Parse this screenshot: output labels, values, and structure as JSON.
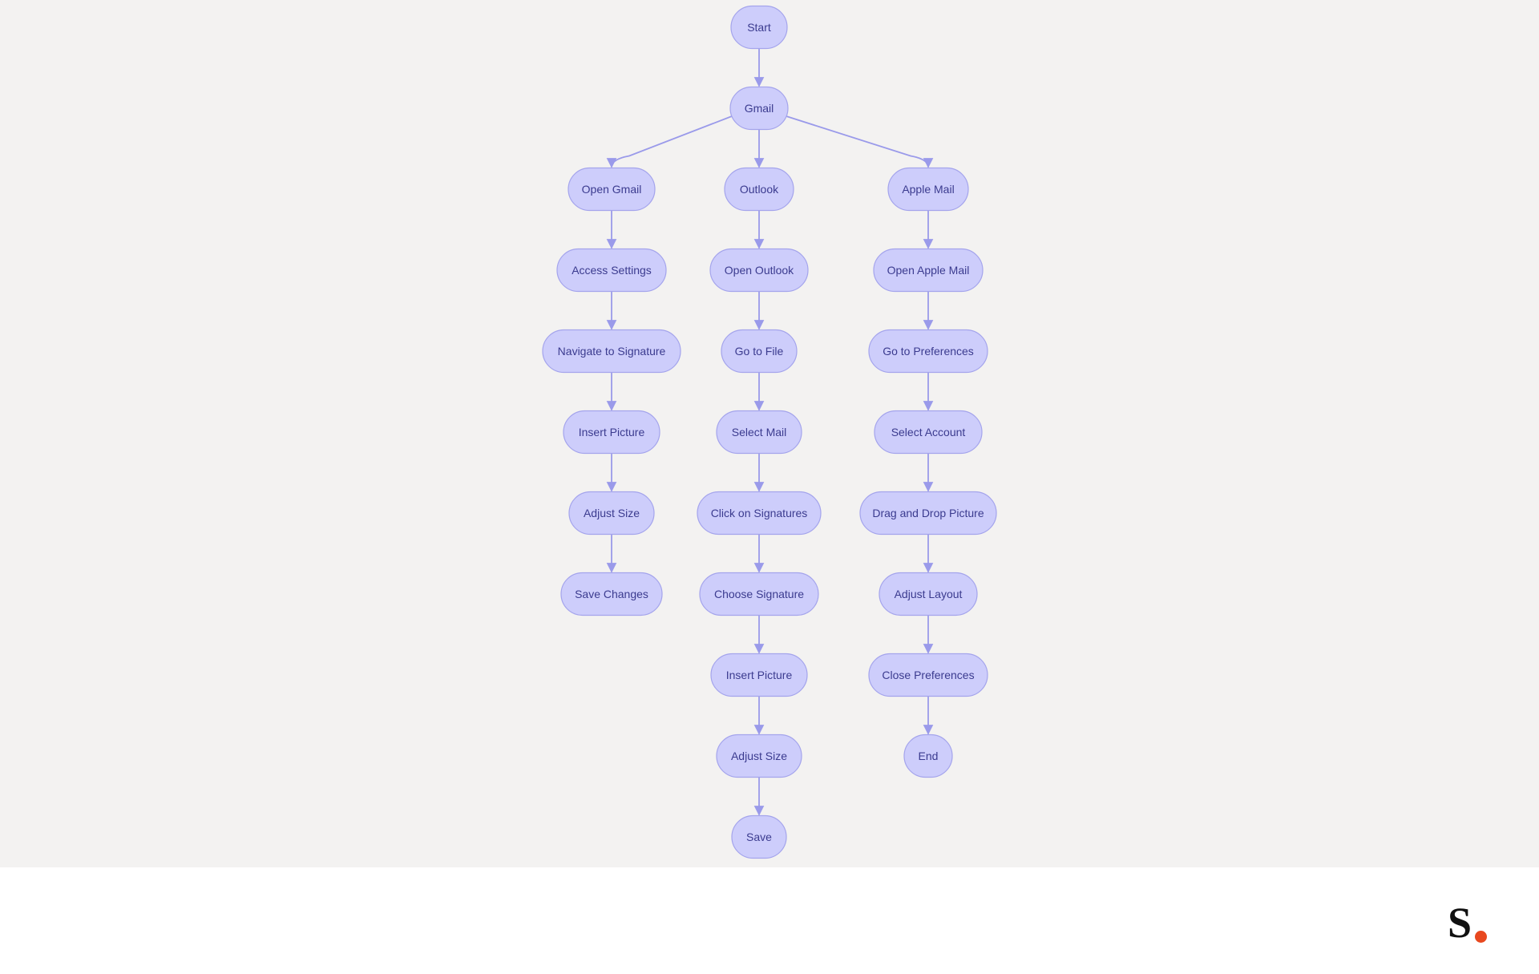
{
  "colors": {
    "node_fill": "#cdcdfb",
    "node_stroke": "#a4a4ec",
    "edge": "#9a9aea",
    "text": "#3b3b8f",
    "background": "#f3f2f1",
    "logo_dot": "#e8481f"
  },
  "nodes": {
    "start": "Start",
    "gmail": "Gmail",
    "open_gmail": "Open Gmail",
    "outlook": "Outlook",
    "apple_mail": "Apple Mail",
    "access_settings": "Access Settings",
    "open_outlook": "Open Outlook",
    "open_apple_mail": "Open Apple Mail",
    "navigate_signature": "Navigate to Signature",
    "go_to_file": "Go to File",
    "go_to_preferences": "Go to Preferences",
    "insert_picture_gmail": "Insert Picture",
    "select_mail": "Select Mail",
    "select_account": "Select Account",
    "adjust_size_gmail": "Adjust Size",
    "click_signatures": "Click on Signatures",
    "drag_drop_picture": "Drag and Drop Picture",
    "save_changes": "Save Changes",
    "choose_signature": "Choose Signature",
    "adjust_layout": "Adjust Layout",
    "insert_picture_outlook": "Insert Picture",
    "close_preferences": "Close Preferences",
    "adjust_size_outlook": "Adjust Size",
    "end": "End",
    "save": "Save"
  },
  "edges": [
    [
      "start",
      "gmail"
    ],
    [
      "gmail",
      "open_gmail"
    ],
    [
      "gmail",
      "outlook"
    ],
    [
      "gmail",
      "apple_mail"
    ],
    [
      "open_gmail",
      "access_settings"
    ],
    [
      "access_settings",
      "navigate_signature"
    ],
    [
      "navigate_signature",
      "insert_picture_gmail"
    ],
    [
      "insert_picture_gmail",
      "adjust_size_gmail"
    ],
    [
      "adjust_size_gmail",
      "save_changes"
    ],
    [
      "outlook",
      "open_outlook"
    ],
    [
      "open_outlook",
      "go_to_file"
    ],
    [
      "go_to_file",
      "select_mail"
    ],
    [
      "select_mail",
      "click_signatures"
    ],
    [
      "click_signatures",
      "choose_signature"
    ],
    [
      "choose_signature",
      "insert_picture_outlook"
    ],
    [
      "insert_picture_outlook",
      "adjust_size_outlook"
    ],
    [
      "adjust_size_outlook",
      "save"
    ],
    [
      "apple_mail",
      "open_apple_mail"
    ],
    [
      "open_apple_mail",
      "go_to_preferences"
    ],
    [
      "go_to_preferences",
      "select_account"
    ],
    [
      "select_account",
      "drag_drop_picture"
    ],
    [
      "drag_drop_picture",
      "adjust_layout"
    ],
    [
      "adjust_layout",
      "close_preferences"
    ],
    [
      "close_preferences",
      "end"
    ]
  ],
  "logo": {
    "letter": "S"
  }
}
